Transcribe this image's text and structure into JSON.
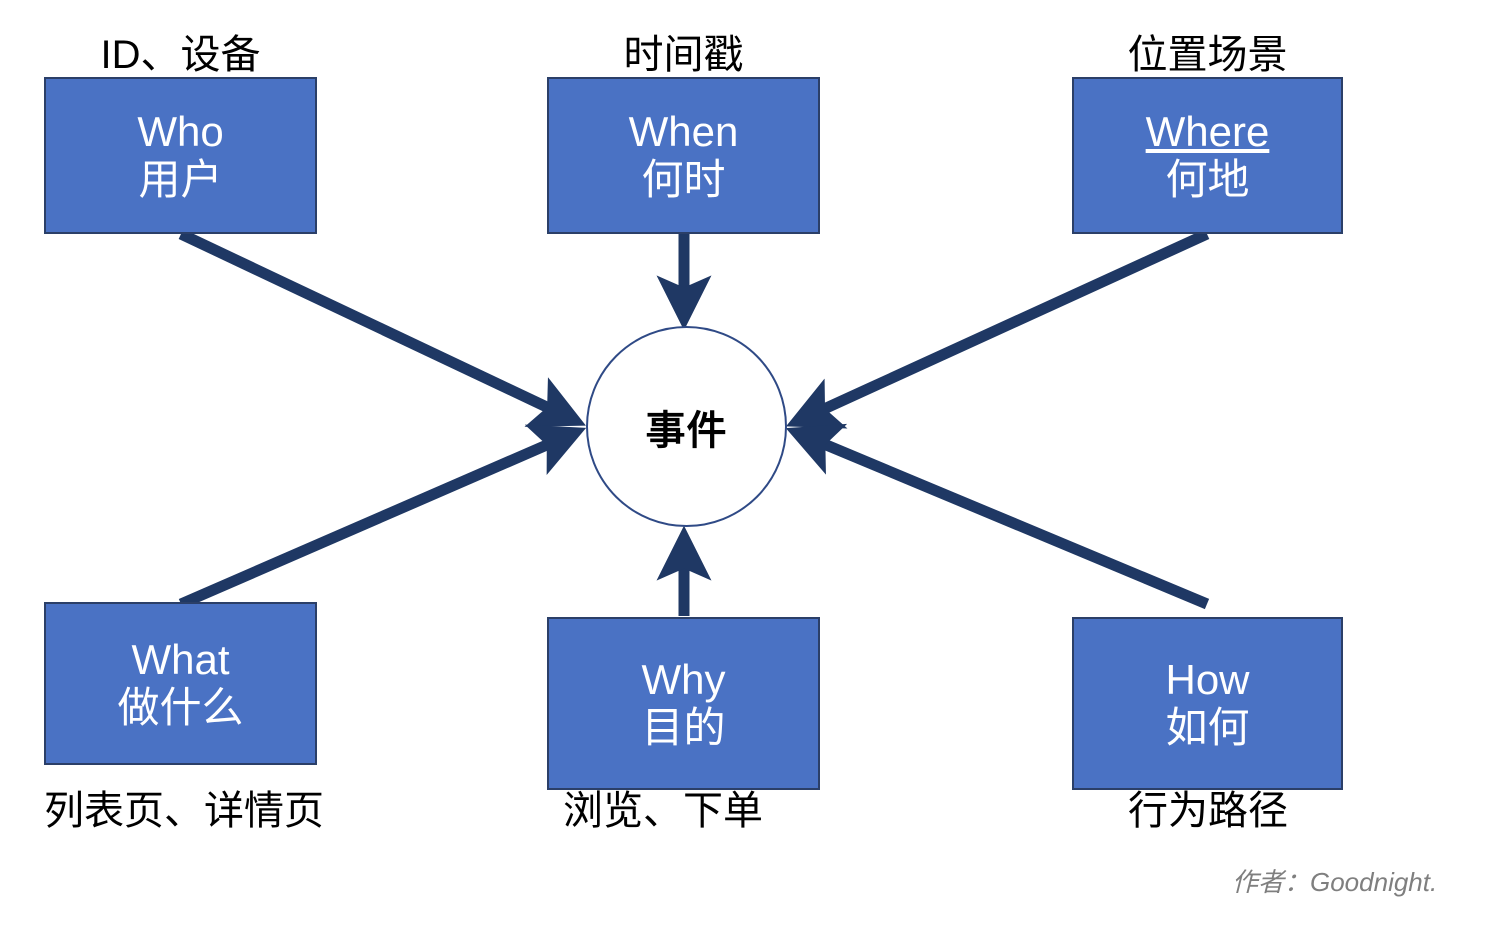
{
  "diagram": {
    "center": {
      "label": "事件"
    },
    "nodes": [
      {
        "key": "who",
        "caption": "ID、设备",
        "en": "Who",
        "zh": "用户",
        "underline": false
      },
      {
        "key": "when",
        "caption": "时间戳",
        "en": "When",
        "zh": "何时",
        "underline": false
      },
      {
        "key": "where",
        "caption": "位置场景",
        "en": "Where",
        "zh": "何地",
        "underline": true
      },
      {
        "key": "what",
        "caption": "列表页、详情页",
        "en": "What",
        "zh": "做什么",
        "underline": false
      },
      {
        "key": "why",
        "caption": "浏览、下单",
        "en": "Why",
        "zh": "目的",
        "underline": false
      },
      {
        "key": "how",
        "caption": "行为路径",
        "en": "How",
        "zh": "如何",
        "underline": false
      }
    ],
    "credit": "作者：Goodnight.",
    "colors": {
      "box_fill": "#4a72c4",
      "box_border": "#2b3f68",
      "arrow": "#1f3864",
      "circle_border": "#2f4a86",
      "background": "#ffffff",
      "caption_text": "#000000",
      "credit_text": "#7f7f7f"
    }
  }
}
